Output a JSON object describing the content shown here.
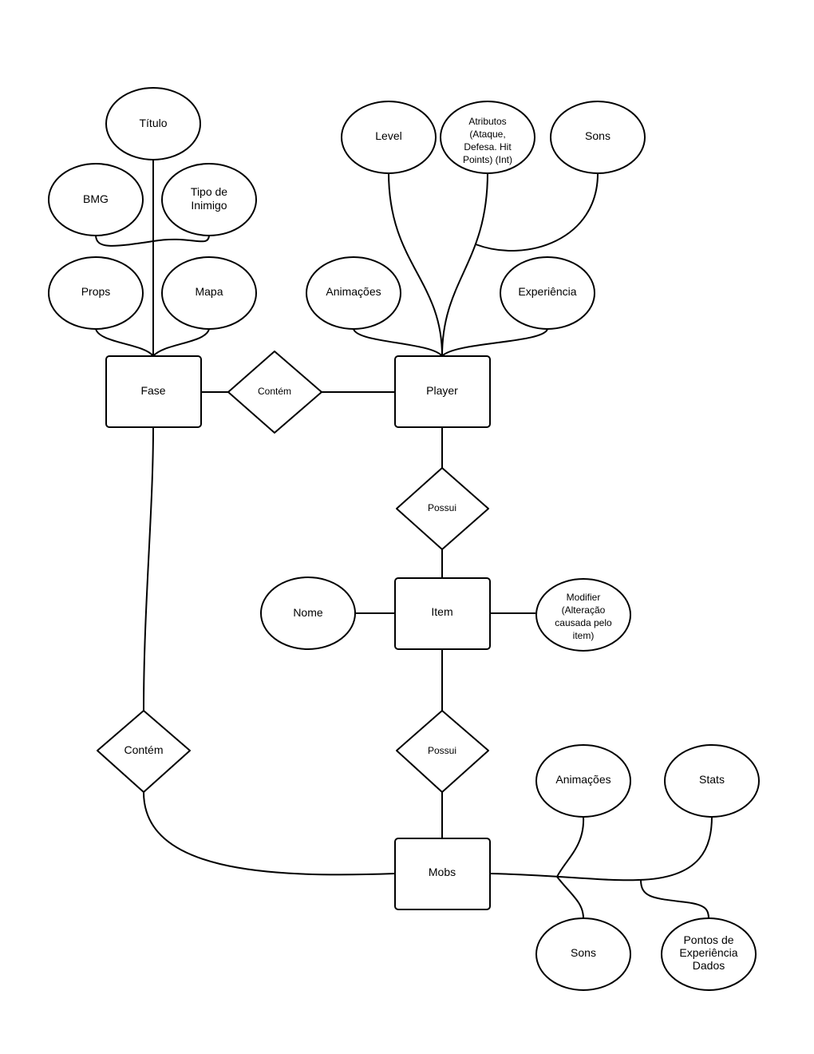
{
  "diagram": {
    "type": "entity-relationship",
    "entities": {
      "fase": "Fase",
      "player": "Player",
      "item": "Item",
      "mobs": "Mobs"
    },
    "relationships": {
      "fase_player": "Contém",
      "player_item": "Possui",
      "item_mobs": "Possui",
      "fase_mobs": "Contém"
    },
    "attributes": {
      "fase": {
        "titulo": "Título",
        "bmg": "BMG",
        "tipo_inimigo": [
          "Tipo de",
          "Inimigo"
        ],
        "props": "Props",
        "mapa": "Mapa"
      },
      "player": {
        "level": "Level",
        "atributos": [
          "Atributos",
          "(Ataque,",
          "Defesa. Hit",
          "Points) (Int)"
        ],
        "sons": "Sons",
        "animacoes": "Animações",
        "experiencia": "Experiência"
      },
      "item": {
        "nome": "Nome",
        "modifier": [
          "Modifier",
          "(Alteração",
          "causada pelo",
          "item)"
        ]
      },
      "mobs": {
        "animacoes": "Animações",
        "stats": "Stats",
        "sons": "Sons",
        "pontos_experiencia": [
          "Pontos de",
          "Experiência",
          "Dados"
        ]
      }
    },
    "colors": {
      "stroke": "#000000",
      "fill": "#ffffff",
      "text": "#000000"
    }
  }
}
